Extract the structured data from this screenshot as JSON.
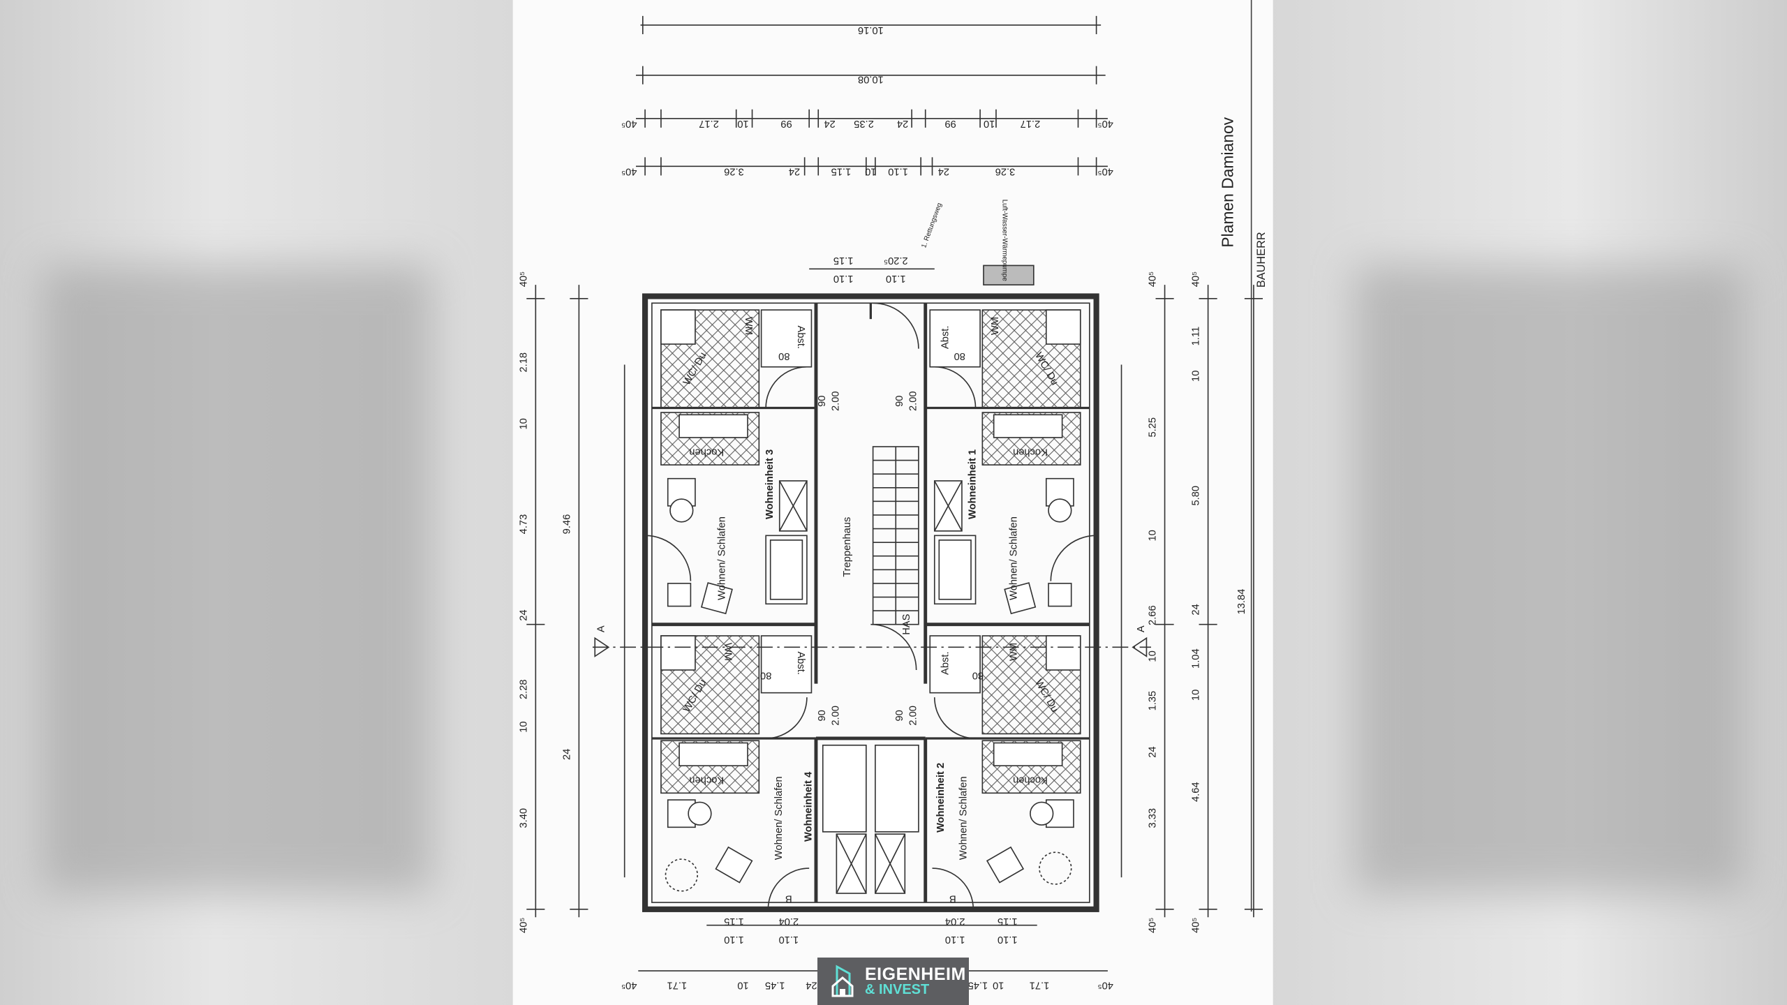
{
  "title_block": {
    "owner": "Plamen Damianov",
    "role": "BAUHERR"
  },
  "logo": {
    "line1": "EIGENHEIM",
    "line2": "& INVEST"
  },
  "dims": {
    "overall_width": "10.16",
    "inner_width": "10.08",
    "row3": [
      "40⁵",
      "2.17",
      "10",
      "99",
      "24",
      "2.35",
      "24",
      "99",
      "10",
      "2.17",
      "40⁵"
    ],
    "row4": [
      "40⁵",
      "3.26",
      "24",
      "1.15",
      "10",
      "1.10",
      "24",
      "3.26",
      "40⁵"
    ],
    "entrance": [
      "1.15",
      "1.10",
      "2.20⁵",
      "1.10"
    ],
    "left_outer": [
      "40⁵",
      "2.18",
      "10",
      "4.73",
      "24",
      "2.28",
      "10",
      "24",
      "3.40",
      "40⁵"
    ],
    "left_total": "9.46",
    "right_inner": [
      "40⁵",
      "5.25",
      "10",
      "2.66",
      "10",
      "1.35",
      "24",
      "3.33",
      "40⁵"
    ],
    "right_outer": [
      "40⁵",
      "1.11",
      "10",
      "5.80",
      "24",
      "1.04",
      "10",
      "4.64",
      "40⁵"
    ],
    "overall_length": "13.84",
    "bottom_upper": [
      "1.15",
      "1.10",
      "2.04",
      "1.10",
      "2.04",
      "1.10",
      "1.15",
      "1.10"
    ],
    "bottom": [
      "40⁵",
      "1.71",
      "10",
      "1.45",
      "24",
      "1.45",
      "10",
      "1.71",
      "40⁵"
    ]
  },
  "rooms": {
    "living": "Wohnen/ Schlafen",
    "unit1": "Wohneinheit 1",
    "unit2": "Wohneinheit 2",
    "unit3": "Wohneinheit 3",
    "unit4": "Wohneinheit 4",
    "kitchen": "Kochen",
    "stairs": "Treppenhaus",
    "has": "HAS",
    "storage": "Abst.",
    "wm": "WM",
    "bath": "WC/ Du",
    "heatpump": "Luft-Wasser-Wärmepumpe",
    "escape": "1. Rettungsweg",
    "section_a": "A",
    "section_b": "B",
    "door_90": "90",
    "door_200": "2.00",
    "door_80": "80"
  }
}
